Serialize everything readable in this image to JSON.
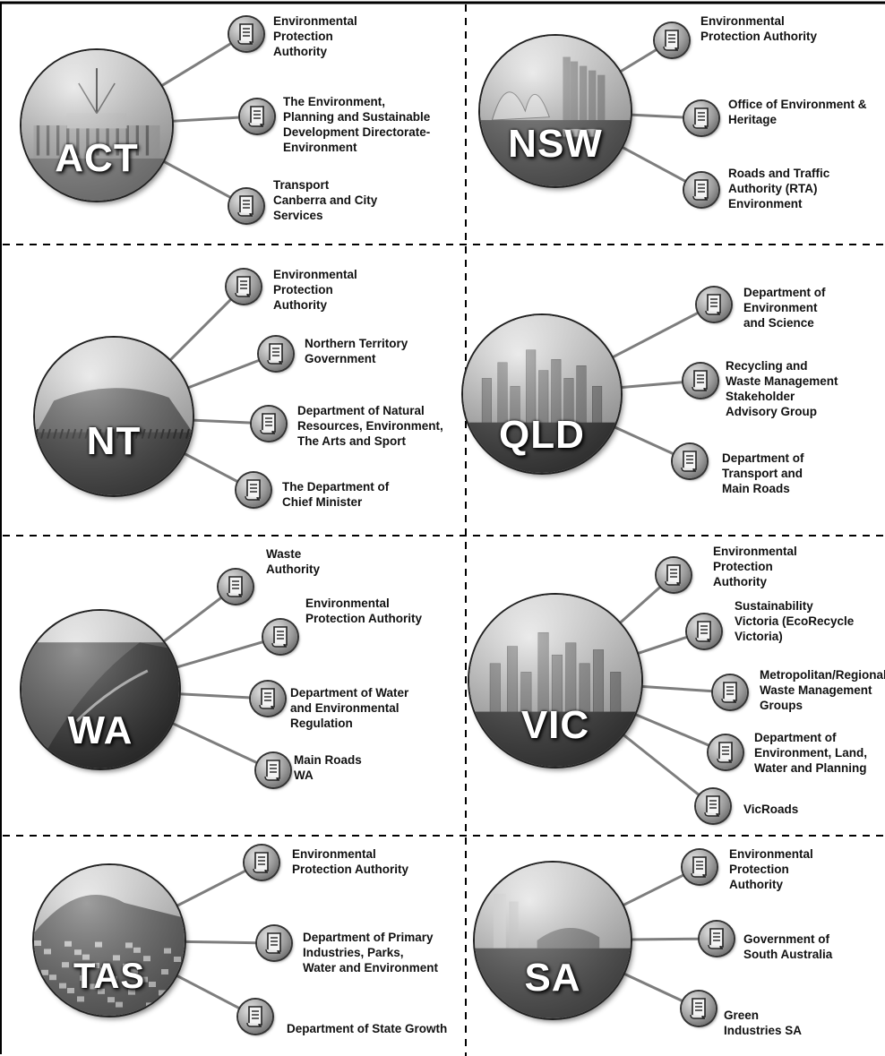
{
  "panels": [
    {
      "id": "act",
      "code": "ACT",
      "scene": "parliament",
      "agencies": [
        "Environmental\nProtection\nAuthority",
        "The Environment,\nPlanning and Sustainable\nDevelopment Directorate-\nEnvironment",
        "Transport\nCanberra and City\nServices"
      ]
    },
    {
      "id": "nsw",
      "code": "NSW",
      "scene": "harbour",
      "agencies": [
        "Environmental\nProtection Authority",
        "Office of Environment &\nHeritage",
        "Roads and Traffic\nAuthority (RTA)\nEnvironment"
      ]
    },
    {
      "id": "nt",
      "code": "NT",
      "scene": "outback",
      "agencies": [
        "Environmental\nProtection\nAuthority",
        "Northern Territory\nGovernment",
        "Department of Natural\nResources, Environment,\nThe Arts and Sport",
        "The Department of\nChief Minister"
      ]
    },
    {
      "id": "qld",
      "code": "QLD",
      "scene": "city",
      "agencies": [
        "Department of\nEnvironment\nand Science",
        "Recycling and\nWaste Management\nStakeholder\nAdvisory Group",
        "Department of\nTransport and\nMain Roads"
      ]
    },
    {
      "id": "wa",
      "code": "WA",
      "scene": "coast",
      "agencies": [
        "Waste\nAuthority",
        "Environmental\nProtection Authority",
        "Department of Water\nand Environmental\nRegulation",
        "Main Roads\nWA"
      ]
    },
    {
      "id": "vic",
      "code": "VIC",
      "scene": "city",
      "agencies": [
        "Environmental\nProtection\nAuthority",
        "Sustainability\nVictoria (EcoRecycle\nVictoria)",
        "Metropolitan/Regional\nWaste Management\nGroups",
        "Department of\nEnvironment, Land,\nWater and Planning",
        "VicRoads"
      ]
    },
    {
      "id": "tas",
      "code": "TAS",
      "scene": "town",
      "agencies": [
        "Environmental\nProtection Authority",
        "Department of Primary\nIndustries, Parks,\nWater and Environment",
        "Department of State Growth"
      ]
    },
    {
      "id": "sa",
      "code": "SA",
      "scene": "river",
      "agencies": [
        "Environmental\nProtection\nAuthority",
        "Government of\nSouth Australia",
        "Green\nIndustries SA"
      ]
    }
  ],
  "colors": {
    "line": "#7d7d7d",
    "border": "#000000",
    "label": "#111111"
  },
  "icons": {
    "badge": "document-scroll-icon"
  }
}
